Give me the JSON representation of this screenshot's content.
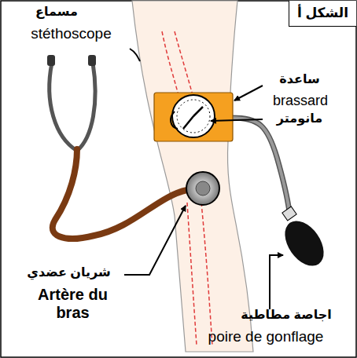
{
  "diagram": {
    "title": "الشكل أ",
    "labels": [
      "مسماع",
      "stéthoscope",
      "ساعدة",
      "brassard",
      "مانومتر",
      "شريان عضدي",
      "Artère du bras",
      "اجاصة مطاطية",
      "poire de gonflage"
    ]
  }
}
